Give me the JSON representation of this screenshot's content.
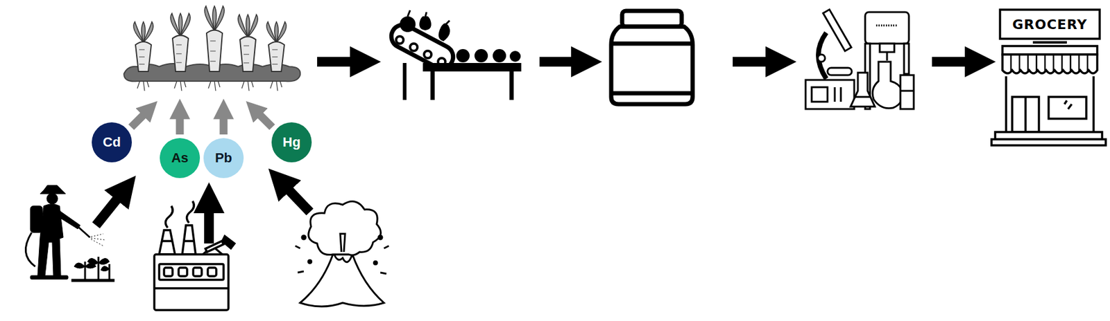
{
  "diagram": {
    "nodes": [
      {
        "text": [
          "Cd"
        ]
      },
      {
        "text": [
          "As"
        ]
      },
      {
        "text": [
          "Pb"
        ]
      },
      {
        "text": [
          "Hg"
        ]
      }
    ],
    "edges": [],
    "labels": [
      "GROCERY"
    ]
  }
}
